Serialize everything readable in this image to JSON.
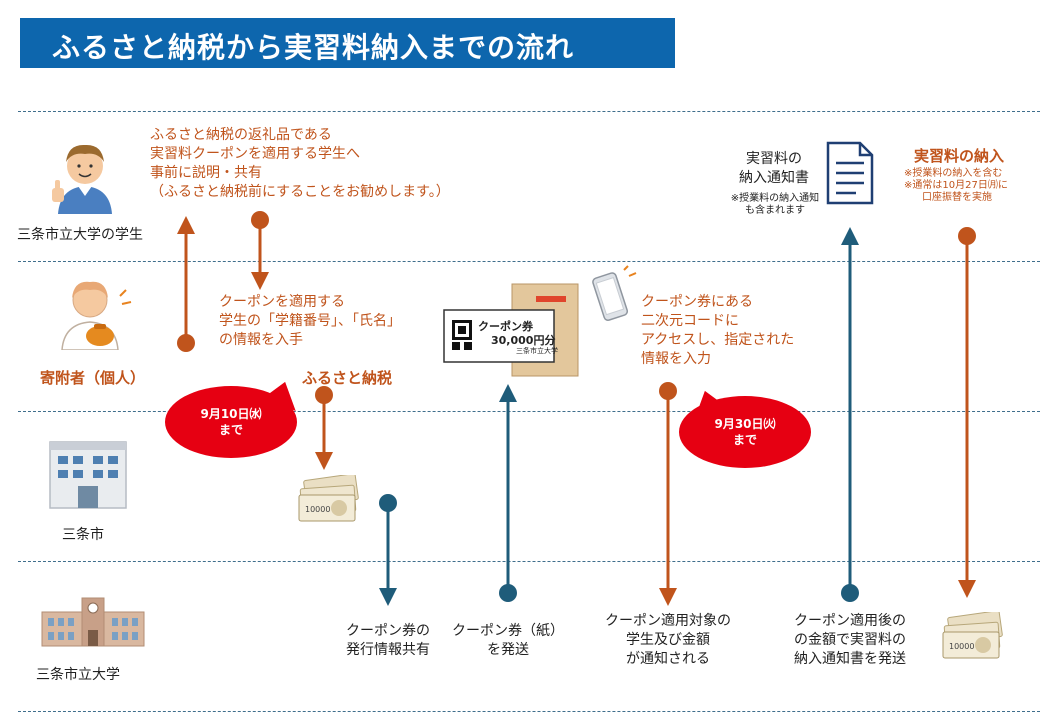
{
  "title": "ふるさと納税から実習料納入までの流れ",
  "lanes": {
    "student": "三条市立大学の学生",
    "donor": "寄附者（個人）",
    "city": "三条市",
    "university": "三条市立大学"
  },
  "steps": {
    "share": [
      "ふるさと納税の返礼品である",
      "実習料クーポンを適用する学生へ",
      "事前に説明・共有",
      "（ふるさと納税前にすることをお勧めします。）"
    ],
    "obtain": [
      "クーポンを適用する",
      "学生の「学籍番号」、「氏名」",
      "の情報を入手"
    ],
    "donate": "ふるさと納税",
    "deadline1": [
      "9月10日㈬",
      "まで"
    ],
    "issue": [
      "クーポン券の",
      "発行情報共有"
    ],
    "send_coupon": [
      "クーポン券（紙）",
      "を発送"
    ],
    "access": [
      "クーポン券にある",
      "二次元コードに",
      "アクセスし、指定された",
      "情報を入力"
    ],
    "deadline2": [
      "9月30日㈫",
      "まで"
    ],
    "notified": [
      "クーポン適用対象の",
      "学生及び金額",
      "が通知される"
    ],
    "notice_send": [
      "クーポン適用後の",
      "の金額で実習料の",
      "納入通知書を発送"
    ],
    "notice_doc": [
      "実習料の",
      "納入通知書"
    ],
    "notice_note": [
      "※授業料の納入通知",
      "も含まれます"
    ],
    "payment": "実習料の納入",
    "payment_notes": [
      "※授業料の納入を含む",
      "※通常は10月27日㈪に",
      "口座振替を実施"
    ]
  },
  "coupon": {
    "label": "クーポン券",
    "amount": "30,000円分",
    "issuer": "三条市立大学"
  },
  "colors": {
    "title_bg": "#0d66ad",
    "orange": "#c0541c",
    "teal": "#1f5c7a",
    "red": "#e60012"
  }
}
